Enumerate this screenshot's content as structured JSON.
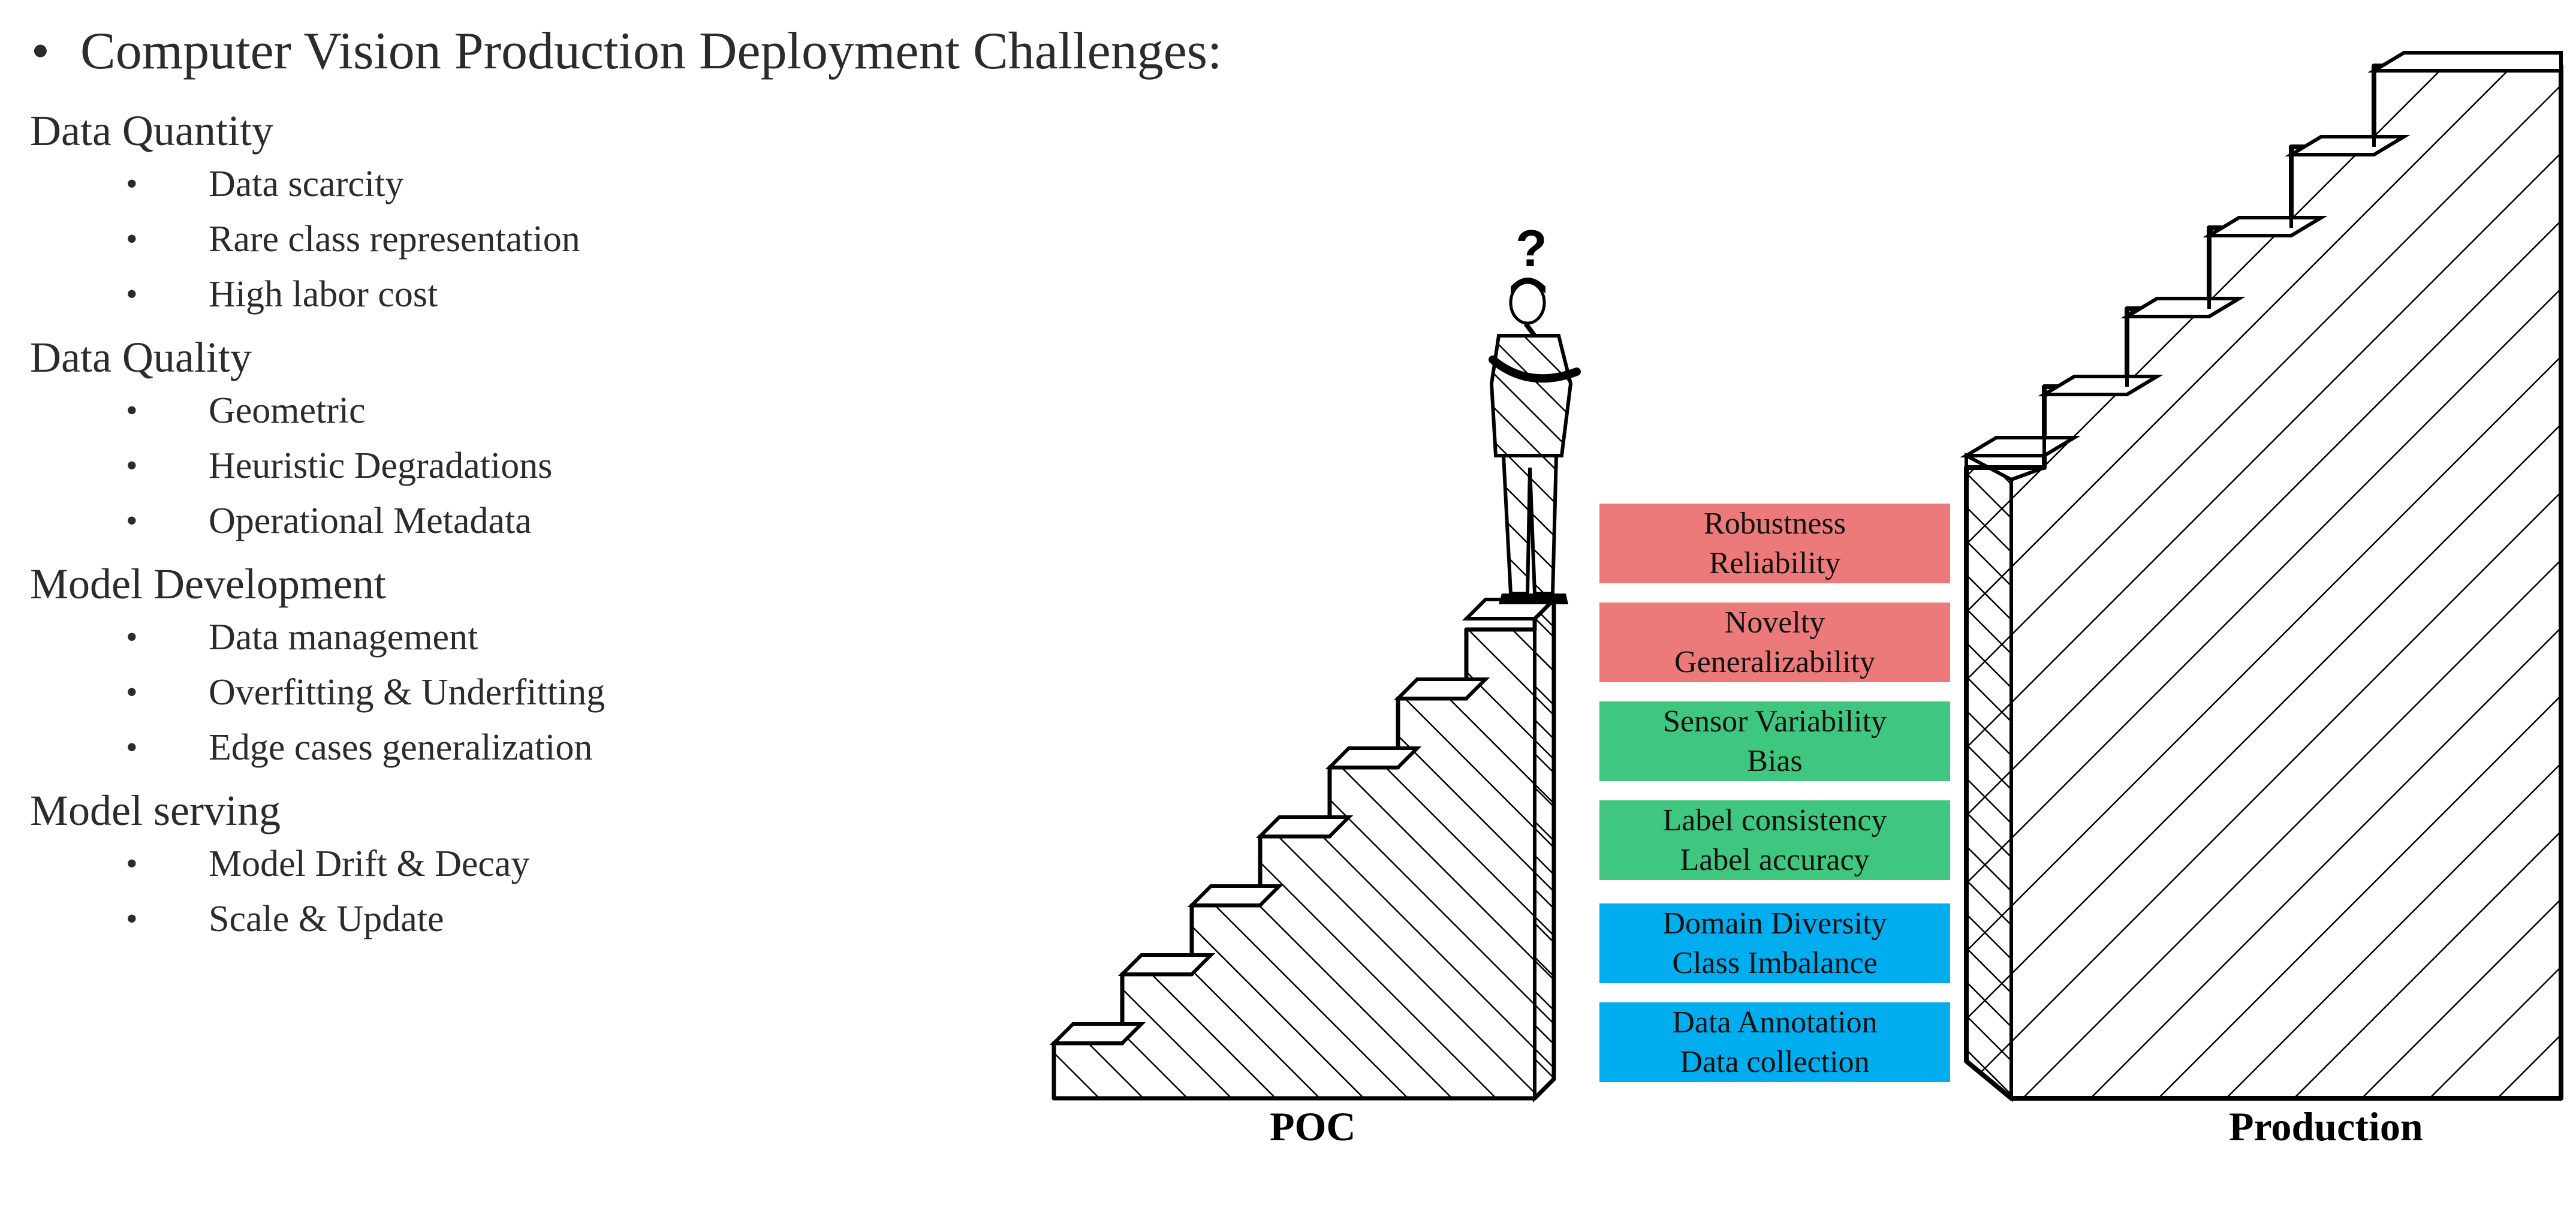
{
  "title": {
    "bullet": "•",
    "text": "Computer Vision Production Deployment Challenges:"
  },
  "sections": [
    {
      "heading": "Data Quantity",
      "items": [
        "Data scarcity",
        "Rare class representation",
        "High labor cost"
      ]
    },
    {
      "heading": "Data Quality",
      "items": [
        "Geometric",
        "Heuristic Degradations",
        "Operational Metadata"
      ]
    },
    {
      "heading": "Model Development",
      "items": [
        "Data management",
        "Overfitting & Underfitting",
        "Edge cases generalization"
      ]
    },
    {
      "heading": "Model serving",
      "items": [
        "Model Drift & Decay",
        "Scale & Update"
      ]
    }
  ],
  "item_bullet": "•",
  "challenge_boxes": [
    {
      "line1": "Robustness",
      "line2": "Reliability",
      "color": "#ec7a7a"
    },
    {
      "line1": "Novelty",
      "line2": "Generalizability",
      "color": "#ec7a7a"
    },
    {
      "line1": "Sensor Variability",
      "line2": "Bias",
      "color": "#3fc67f"
    },
    {
      "line1": "Label consistency",
      "line2": "Label accuracy",
      "color": "#3fc67f"
    },
    {
      "line1": "Domain Diversity",
      "line2": "Class Imbalance",
      "color": "#00aeef"
    },
    {
      "line1": "Data Annotation",
      "line2": "Data collection",
      "color": "#00aeef"
    }
  ],
  "question_mark": "?",
  "stair_labels": {
    "left": "POC",
    "right": "Production"
  },
  "icons": {
    "person": "thinking-man-icon"
  }
}
